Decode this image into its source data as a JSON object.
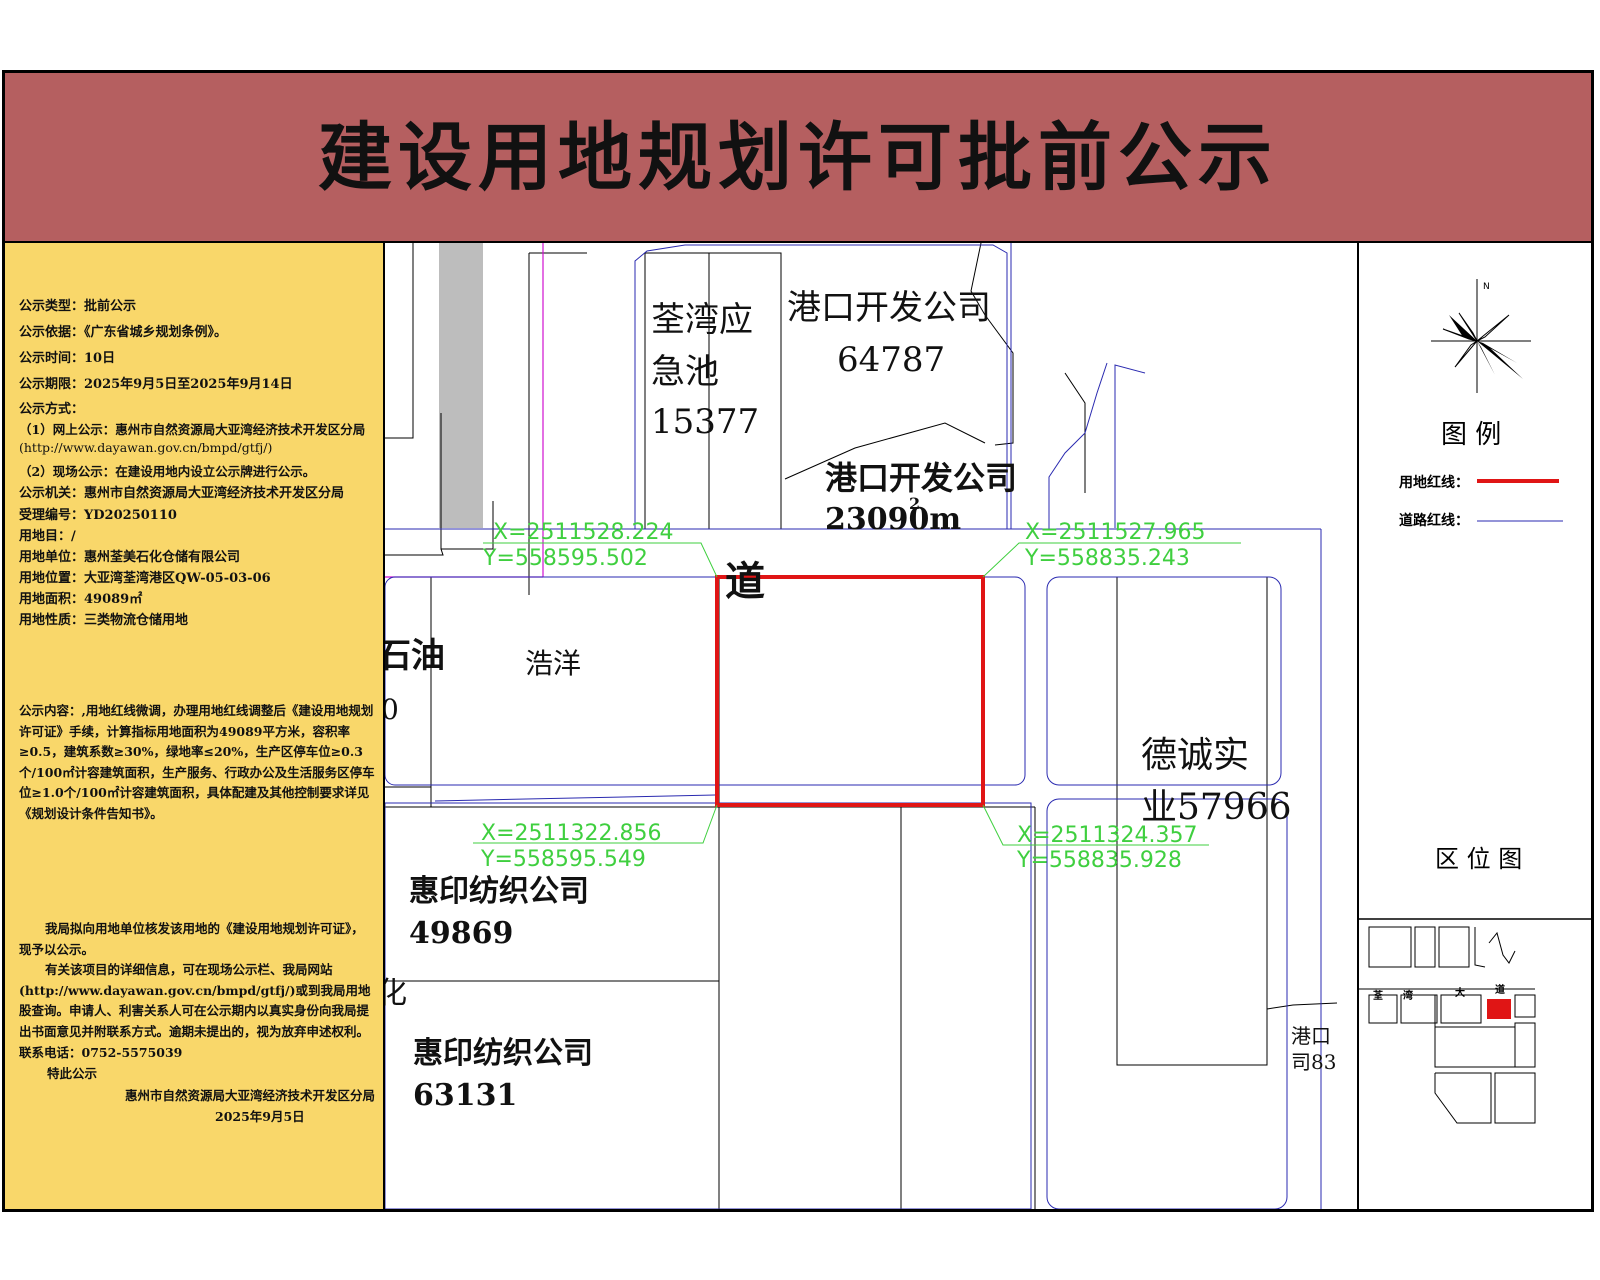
{
  "title": "建设用地规划许可批前公示",
  "info": {
    "lines": [
      "公示类型：批前公示",
      "公示依据：《广东省城乡规划条例》。",
      "公示时间：10日",
      "公示期限：2025年9月5日至2025年9月14日",
      "公示方式：",
      "（1）网上公示：惠州市自然资源局大亚湾经济技术开发区分局",
      "(http://www.dayawan.gov.cn/bmpd/gtfj/)",
      "（2）现场公示：在建设用地内设立公示牌进行公示。",
      "公示机关：惠州市自然资源局大亚湾经济技术开发区分局",
      "受理编号：YD20250110",
      "用地目：/",
      "用地单位：惠州荃美石化仓储有限公司",
      "用地位置：大亚湾荃湾港区QW-05-03-06",
      "用地面积：49089㎡",
      "用地性质：三类物流仓储用地"
    ],
    "content": "公示内容：,用地红线微调，办理用地红线调整后《建设用地规划许可证》手续，计算指标用地面积为49089平方米，容积率≥0.5，建筑系数≥30%，绿地率≤20%，生产区停车位≥0.3个/100㎡计容建筑面积，生产服务、行政办公及生活服务区停车位≥1.0个/100㎡计容建筑面积，具体配建及其他控制要求详见《规划设计条件告知书》。",
    "notice": "我局拟向用地单位核发该用地的《建设用地规划许可证》，现予以公示。",
    "details": "有关该项目的详细信息，可在现场公示栏、我局网站(http://www.dayawan.gov.cn/bmpd/gtfj/)或到我局用地股查询。申请人、利害关系人可在公示期内以真实身份向我局提出书面意见并附联系方式。逾期未提出的，视为放弃申述权利。",
    "phone": "联系电话：0752-5575039",
    "special": "特此公示",
    "issuer": "惠州市自然资源局大亚湾经济技术开发区分局",
    "date": "2025年9月5日"
  },
  "map": {
    "labels": {
      "quanwan_pool_1": "荃湾应",
      "quanwan_pool_2": "急池",
      "quanwan_pool_3": "15377",
      "gangkou1_name": "港口开发公司",
      "gangkou1_num": "64787",
      "gangkou2_name": "港口开发公司",
      "gangkou2_num": "23090m",
      "gangkou2_sup": "2",
      "road": "道",
      "shiyou": "石油",
      "zero": "0",
      "haoyang": "浩洋",
      "decheng_1": "德诚实",
      "decheng_2": "业57966",
      "huiyin1_name": "惠印纺织公司",
      "huiyin1_num": "49869",
      "huiyin2_name": "惠印纺织公司",
      "huiyin2_num": "63131",
      "hua": "化",
      "gangkou3_1": "港口",
      "gangkou3_2": "司83"
    },
    "coords": {
      "nw_x": "X=2511528.224",
      "nw_y": "Y=558595.502",
      "ne_x": "X=2511527.965",
      "ne_y": "Y=558835.243",
      "sw_x": "X=2511322.856",
      "sw_y": "Y=558595.549",
      "se_x": "X=2511324.357",
      "se_y": "Y=558835.928"
    }
  },
  "legend": {
    "title": "图  例",
    "land_line": "用地红线：",
    "road_line": "道路红线：",
    "north": "N",
    "location_title": "区 位 图",
    "location_road_labels": [
      "荃",
      "湾",
      "大",
      "道"
    ]
  },
  "colors": {
    "title_bg": "#b55f60",
    "info_bg": "#f9d76a",
    "land_red": "#e01515",
    "road_blue": "#2a2ab0",
    "coord_green": "#3fcf3f",
    "magenta": "#d010d0"
  }
}
